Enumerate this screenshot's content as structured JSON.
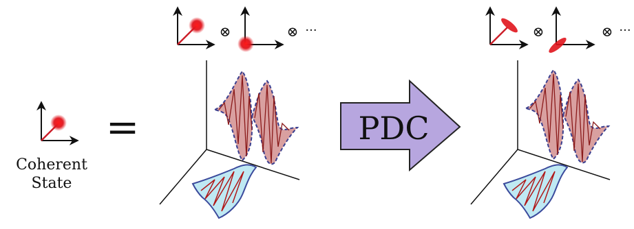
{
  "left_label": {
    "line1": "Coherent",
    "line2": "State"
  },
  "equals_sign": "=",
  "arrow_label": "PDC",
  "tensor_symbol": "⊗",
  "ellipsis": "···",
  "colors": {
    "dot_red": "#e0141c",
    "axis_line_red": "#cc1f2a",
    "wave_fill": "#d9a0a0",
    "wave_outline": "#3a3f8f",
    "wave_inner": "#8a1a1a",
    "wigner_fill": "#bfe9f3",
    "wigner_outline": "#3b4a9c",
    "wigner_inner": "#b01818",
    "arrow_fill": "#b7a6df",
    "arrow_stroke": "#222222"
  }
}
